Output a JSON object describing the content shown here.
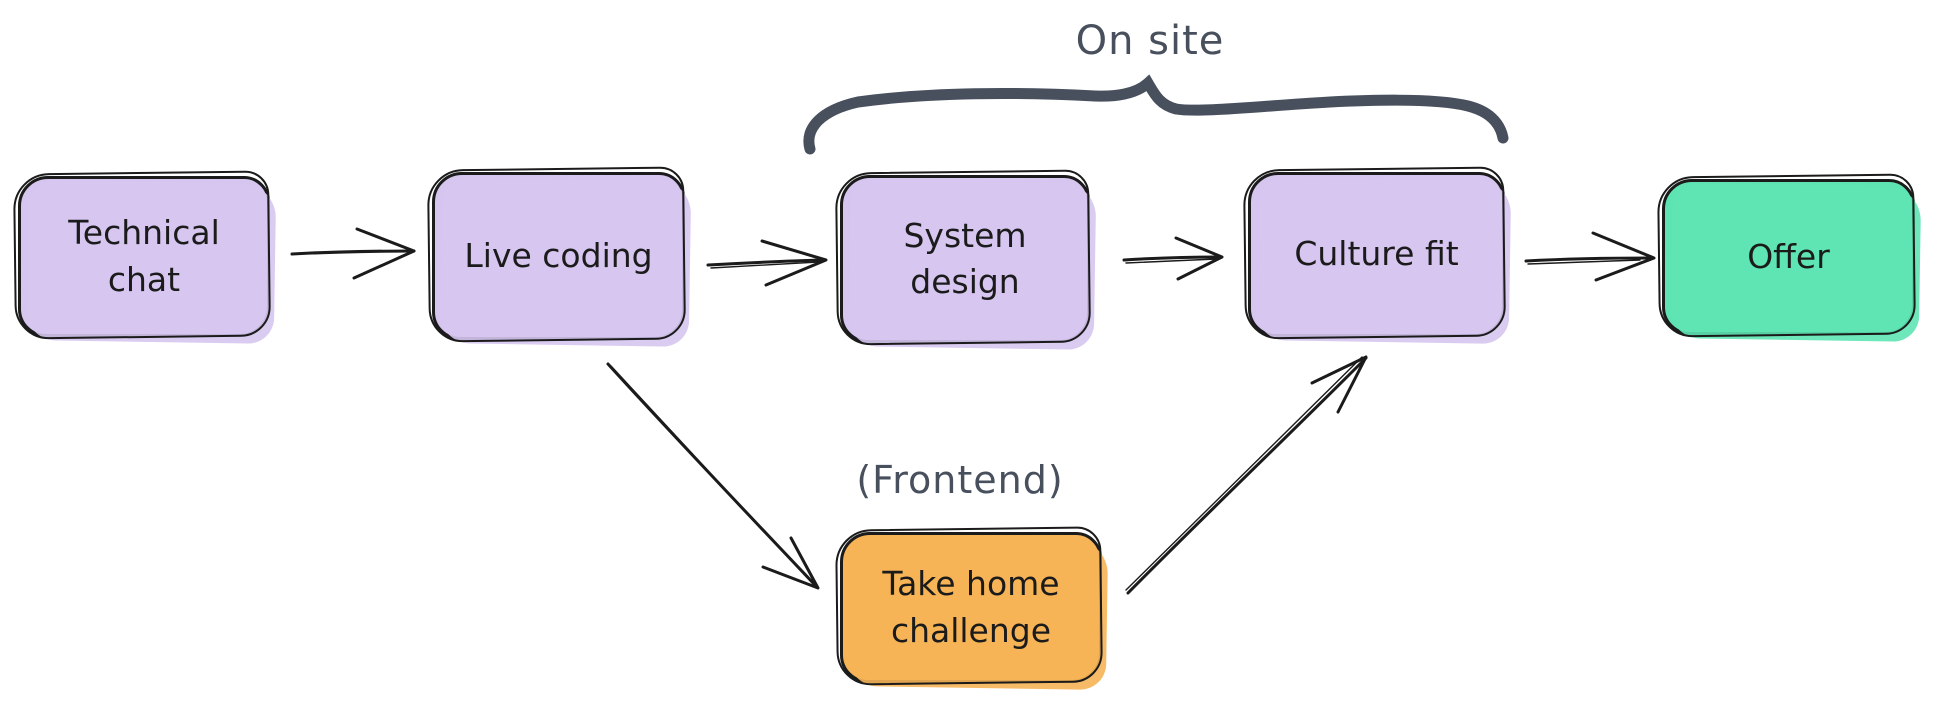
{
  "diagram": {
    "kind": "hand-drawn flowchart",
    "topic": "interview process"
  },
  "nodes": [
    {
      "id": "technical-chat",
      "label": "Technical\nchat",
      "fill": "#d6c5ef"
    },
    {
      "id": "live-coding",
      "label": "Live coding",
      "fill": "#d6c5ef"
    },
    {
      "id": "system-design",
      "label": "System\ndesign",
      "fill": "#d6c5ef"
    },
    {
      "id": "culture-fit",
      "label": "Culture fit",
      "fill": "#d6c5ef"
    },
    {
      "id": "offer",
      "label": "Offer",
      "fill": "#5ee4b2"
    },
    {
      "id": "take-home",
      "label": "Take home\nchallenge",
      "fill": "#f6b457"
    }
  ],
  "edges": [
    {
      "from": "technical-chat",
      "to": "live-coding"
    },
    {
      "from": "live-coding",
      "to": "system-design"
    },
    {
      "from": "system-design",
      "to": "culture-fit"
    },
    {
      "from": "culture-fit",
      "to": "offer"
    },
    {
      "from": "live-coding",
      "to": "take-home"
    },
    {
      "from": "take-home",
      "to": "culture-fit"
    }
  ],
  "annotations": {
    "on_site": "On site",
    "frontend": "(Frontend)"
  },
  "brace": {
    "label": "On site",
    "spans": [
      "system-design",
      "culture-fit"
    ]
  },
  "colors": {
    "background": "#ffffff",
    "ink": "#1b1b1b",
    "purple_fill": "#d6c5ef",
    "green_fill": "#5ee4b2",
    "orange_fill": "#f6b457",
    "slate_annotation": "#48505d"
  }
}
